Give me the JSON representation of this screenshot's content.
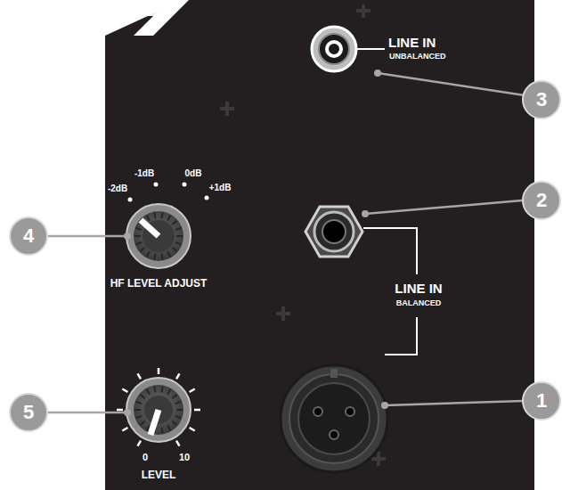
{
  "diagram": {
    "nodes": [
      {
        "text": [
          "3"
        ]
      },
      {
        "text": [
          "2"
        ]
      },
      {
        "text": [
          "4"
        ]
      },
      {
        "text": [
          "1"
        ]
      },
      {
        "text": [
          "5"
        ]
      }
    ],
    "labels": [
      "LINE IN",
      "UNBALANCED",
      "-2dB",
      "-1dB",
      "0dB",
      "+1dB",
      "HF LEVEL ADJUST",
      "LINE IN",
      "BALANCED",
      "0",
      "10",
      "LEVEL"
    ]
  }
}
